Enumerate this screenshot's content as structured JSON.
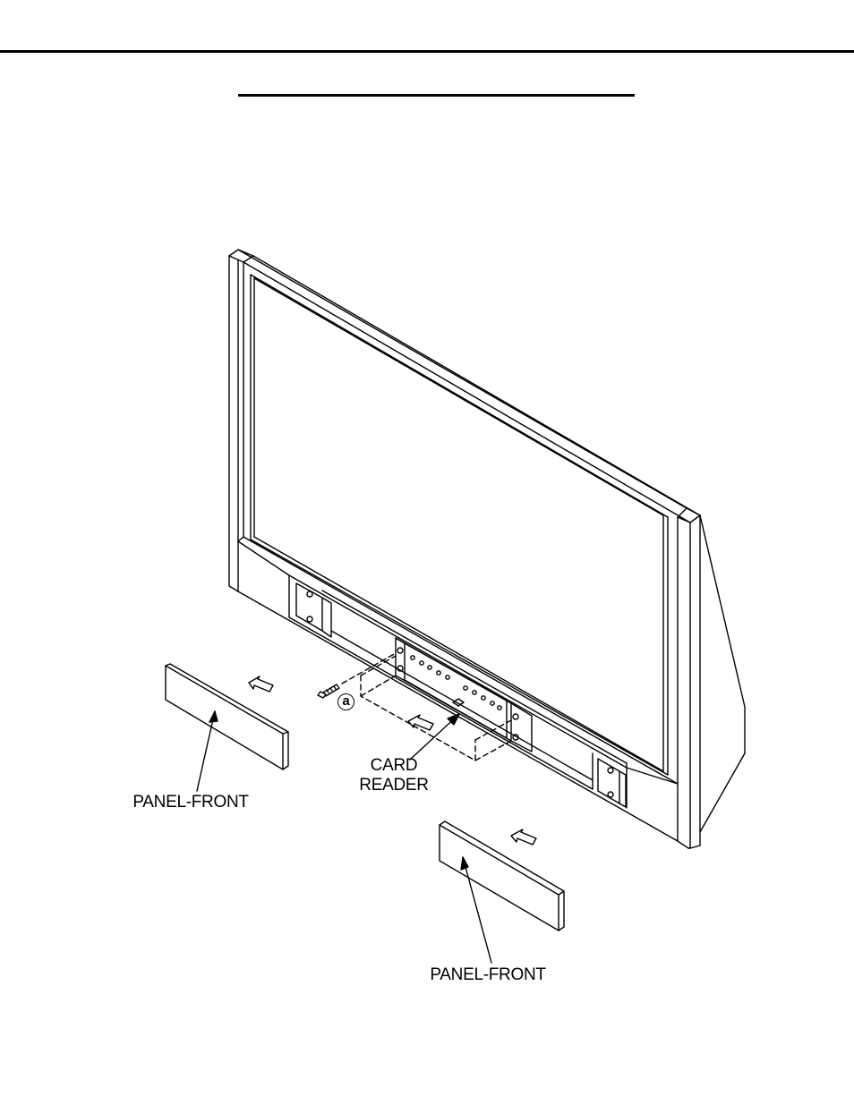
{
  "labels": {
    "panel_front_left": "PANEL-FRONT",
    "card_reader_line1": "CARD",
    "card_reader_line2": "READER",
    "panel_front_right": "PANEL-FRONT",
    "screw_callout": "a"
  },
  "colors": {
    "line": "#000000",
    "background": "#ffffff"
  }
}
